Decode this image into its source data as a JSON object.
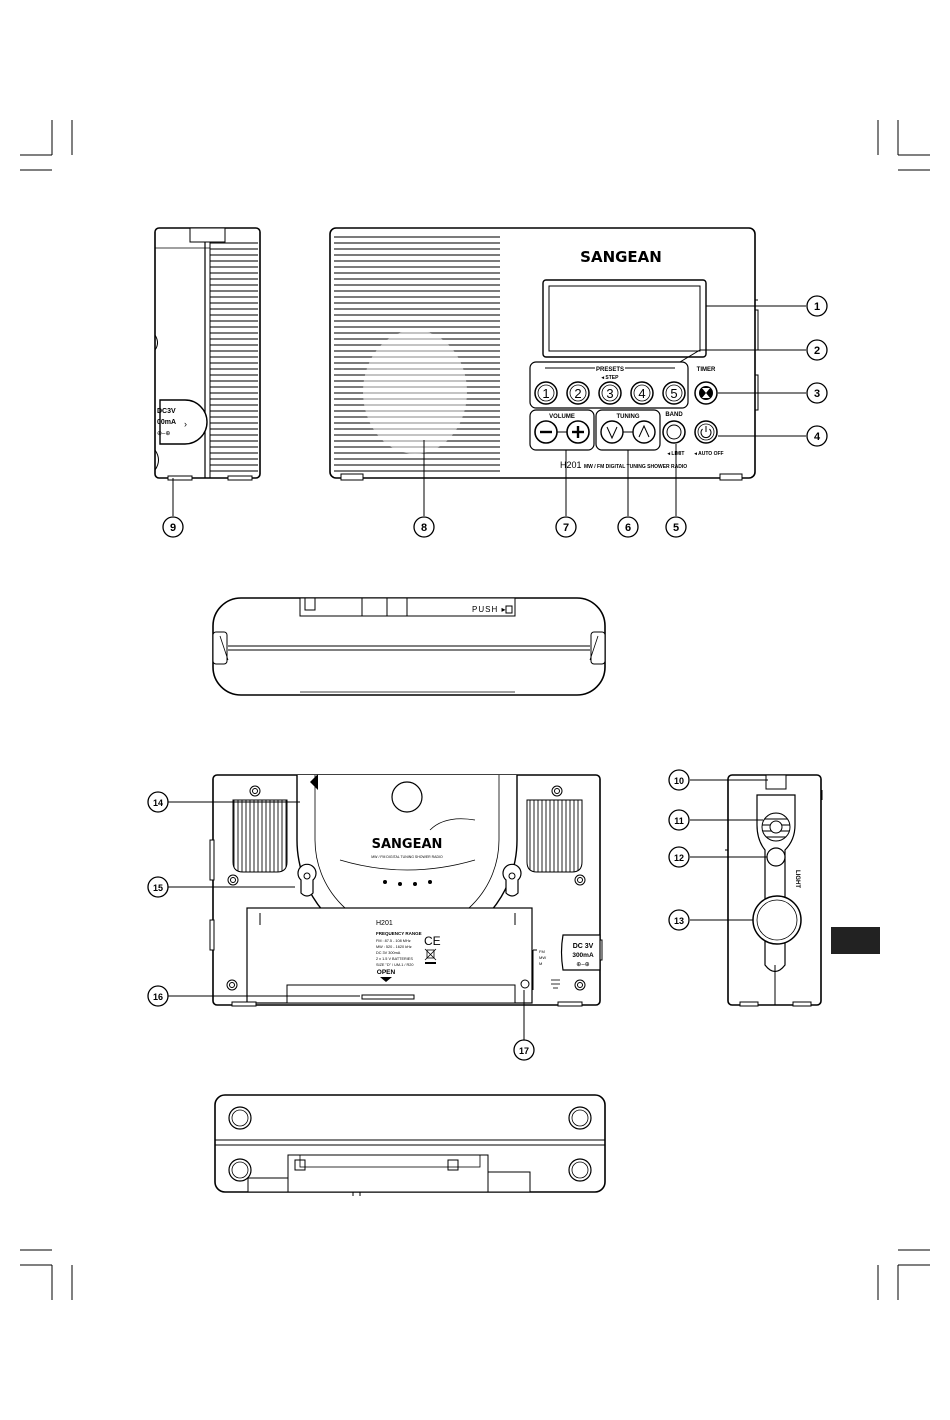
{
  "brand": "SANGEAN",
  "model": "H201",
  "front": {
    "model_caption": "MW / FM DIGITAL TUNING SHOWER RADIO",
    "presets_label": "PRESETS",
    "step_label": "◂ STEP",
    "preset_numbers": [
      "1",
      "2",
      "3",
      "4",
      "5"
    ],
    "volume_label": "VOLUME",
    "tuning_label": "TUNING",
    "band_label": "BAND",
    "timer_label": "TIMER",
    "limit_label": "◂ LIMIT",
    "auto_off_label": "◂ AUTO OFF"
  },
  "top_view": {
    "push_label": "PUSH ▸"
  },
  "side_view": {
    "dc_label_1": "DC3V",
    "dc_label_2": "00mA",
    "dc_label_3": "⊕–⊕"
  },
  "right_side": {
    "light_label": "LIGHT"
  },
  "back": {
    "logo_sub": "MW / FM DIGITAL TUNING SHOWER RADIO",
    "label_model": "H201",
    "label_lines": [
      "FREQUENCY RANGE",
      "FM : 87.5 - 108 MHz",
      "MW : 520 - 1620 kHz",
      "DC 3V 300mA",
      "2 x 1.5 V BATTERIES",
      "SIZE \"D\" / UM-1 / R20"
    ],
    "open_label": "OPEN",
    "dc_jack_1": "DC 3V",
    "dc_jack_2": "300mA",
    "dc_jack_3": "⊕–⊕",
    "fm_label_1": "FM",
    "fm_label_2": "MW",
    "fm_label_3": "M",
    "ce_mark": "CE"
  },
  "callouts": [
    "1",
    "2",
    "3",
    "4",
    "5",
    "6",
    "7",
    "8",
    "9",
    "10",
    "11",
    "12",
    "13",
    "14",
    "15",
    "16",
    "17"
  ],
  "page_tab_color": "#222222"
}
